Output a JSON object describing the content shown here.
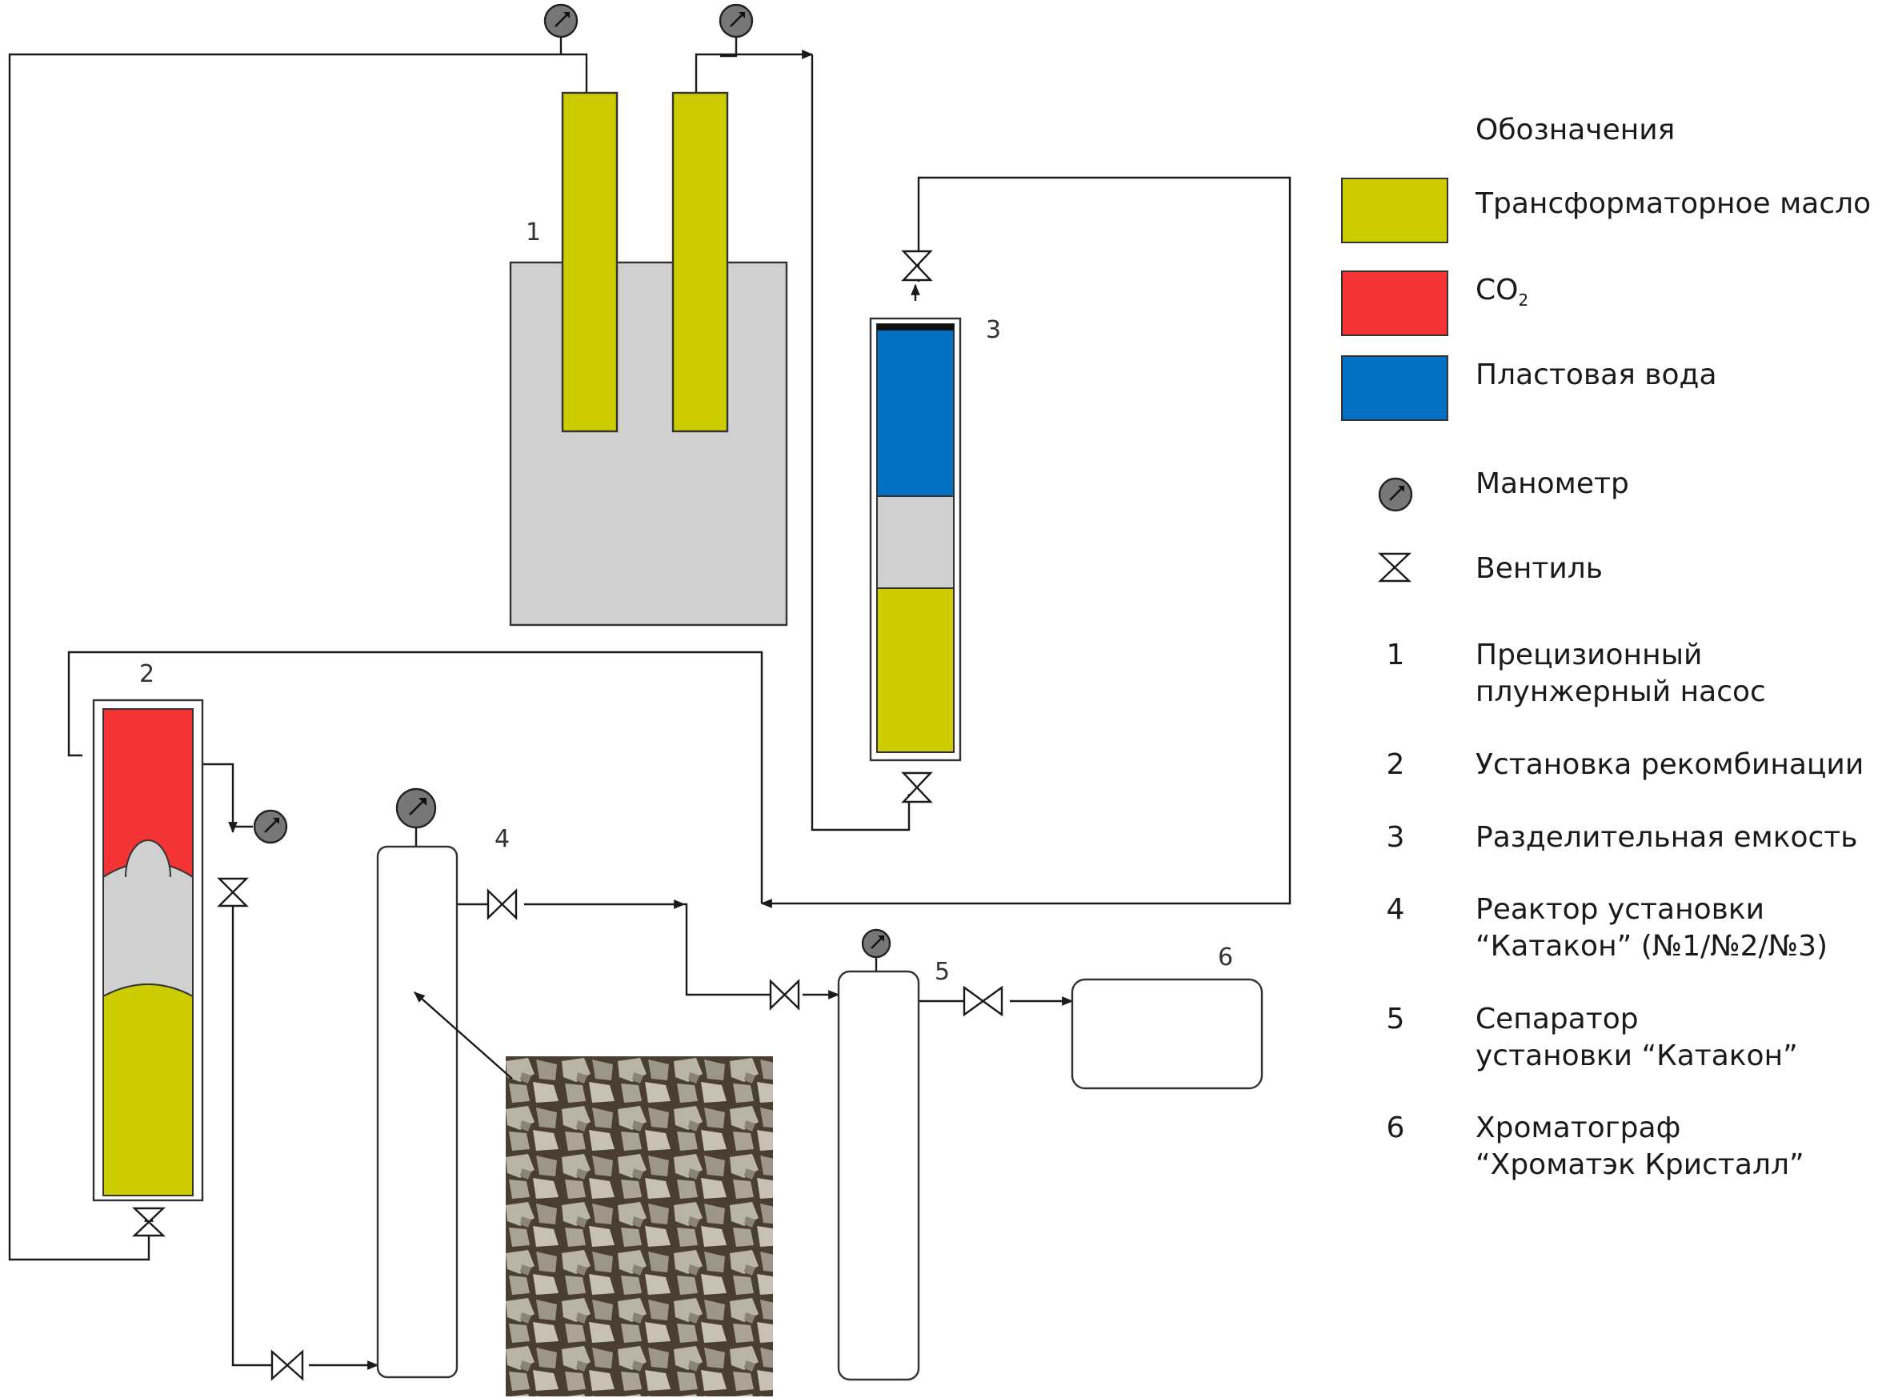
{
  "colors": {
    "oil": "#cccc00",
    "co2": "#f43434",
    "water": "#0470c4",
    "pump_body": "#d0d0d0",
    "gauge": "#777777",
    "line": "#1a1a1a"
  },
  "labels": {
    "pump": "1",
    "recombination": "2",
    "separator_tank": "3",
    "reactor": "4",
    "separator": "5",
    "chromatograph": "6"
  },
  "legend": {
    "title": "Обозначения",
    "oil": "Трансформаторное масло",
    "co2_main": "CO",
    "co2_sub": "2",
    "water": "Пластовая вода",
    "gauge": "Манометр",
    "valve": "Вентиль",
    "items": [
      {
        "num": "1",
        "line1": "Прецизионный",
        "line2": "плунжерный насос"
      },
      {
        "num": "2",
        "line1": "Установка рекомбинации",
        "line2": ""
      },
      {
        "num": "3",
        "line1": "Разделительная емкость",
        "line2": ""
      },
      {
        "num": "4",
        "line1": "Реактор установки",
        "line2": "“Катакон” (№1/№2/№3)"
      },
      {
        "num": "5",
        "line1": "Сепаратор",
        "line2": "установки “Катакон”"
      },
      {
        "num": "6",
        "line1": "Хроматограф",
        "line2": "“Хроматэк Кристалл”"
      }
    ]
  },
  "icons": {
    "gauge": "pressure-gauge-icon",
    "valve": "valve-icon",
    "rock": "rock-sample-image"
  }
}
